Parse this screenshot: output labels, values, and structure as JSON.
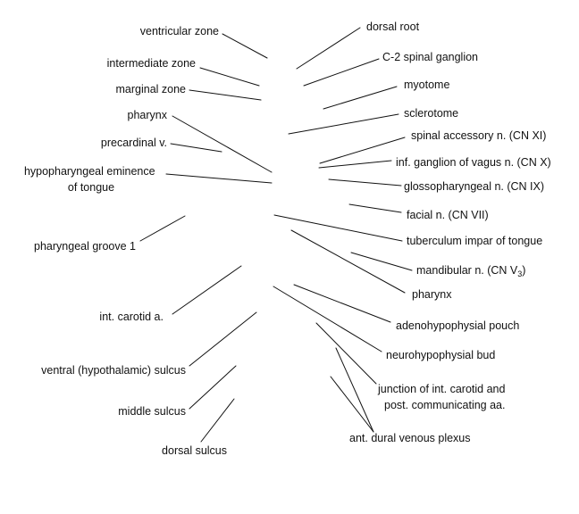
{
  "labels": {
    "ventricular_zone": "ventricular zone",
    "intermediate_zone": "intermediate zone",
    "marginal_zone": "marginal zone",
    "pharynx_left": "pharynx",
    "precardinal_v": "precardinal v.",
    "hypopharyngeal_line1": "hypopharyngeal eminence",
    "hypopharyngeal_line2": "of tongue",
    "pharyngeal_groove_1": "pharyngeal groove 1",
    "int_carotid_a": "int. carotid a.",
    "ventral_sulcus": "ventral (hypothalamic) sulcus",
    "middle_sulcus": "middle sulcus",
    "dorsal_sulcus": "dorsal sulcus",
    "dorsal_root": "dorsal root",
    "c2_spinal_ganglion": "C-2 spinal ganglion",
    "myotome": "myotome",
    "sclerotome": "sclerotome",
    "spinal_accessory_n": "spinal accessory n. (CN XI)",
    "inf_ganglion_vagus": "inf. ganglion of vagus n. (CN X)",
    "glossopharyngeal_n": "glossopharyngeal n. (CN IX)",
    "facial_n": "facial n. (CN VII)",
    "tuberculum_impar": "tuberculum impar of tongue",
    "mandibular_prefix": "mandibular n. (CN V",
    "mandibular_sub": "3",
    "mandibular_suffix": ")",
    "pharynx_right": "pharynx",
    "adenohypophysial_pouch": "adenohypophysial pouch",
    "neurohypophysial_bud": "neurohypophysial bud",
    "junction_line1": "junction of int. carotid and",
    "junction_line2": "post. communicating aa.",
    "ant_dural_plexus": "ant. dural venous plexus"
  }
}
